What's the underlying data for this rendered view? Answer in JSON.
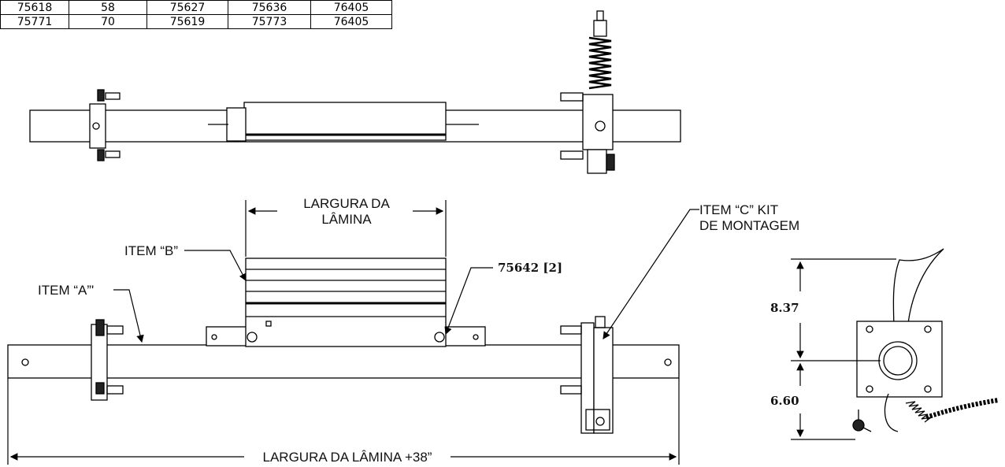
{
  "table": {
    "rows": [
      [
        "75618",
        "58",
        "75627",
        "75636",
        "76405"
      ],
      [
        "75771",
        "70",
        "75619",
        "75773",
        "76405"
      ]
    ]
  },
  "labels": {
    "largura_line1": "LARGURA DA",
    "largura_line2": "LÂMINA",
    "item_b": "ITEM “B”",
    "item_a": "ITEM “A”'",
    "item_c_line1": "ITEM “C” KIT",
    "item_c_line2": "DE MONTAGEM",
    "part_75642": "75642 [2]",
    "overall_width": "LARGURA DA LÂMINA +38”",
    "dim_837": "8.37",
    "dim_660": "6.60"
  }
}
